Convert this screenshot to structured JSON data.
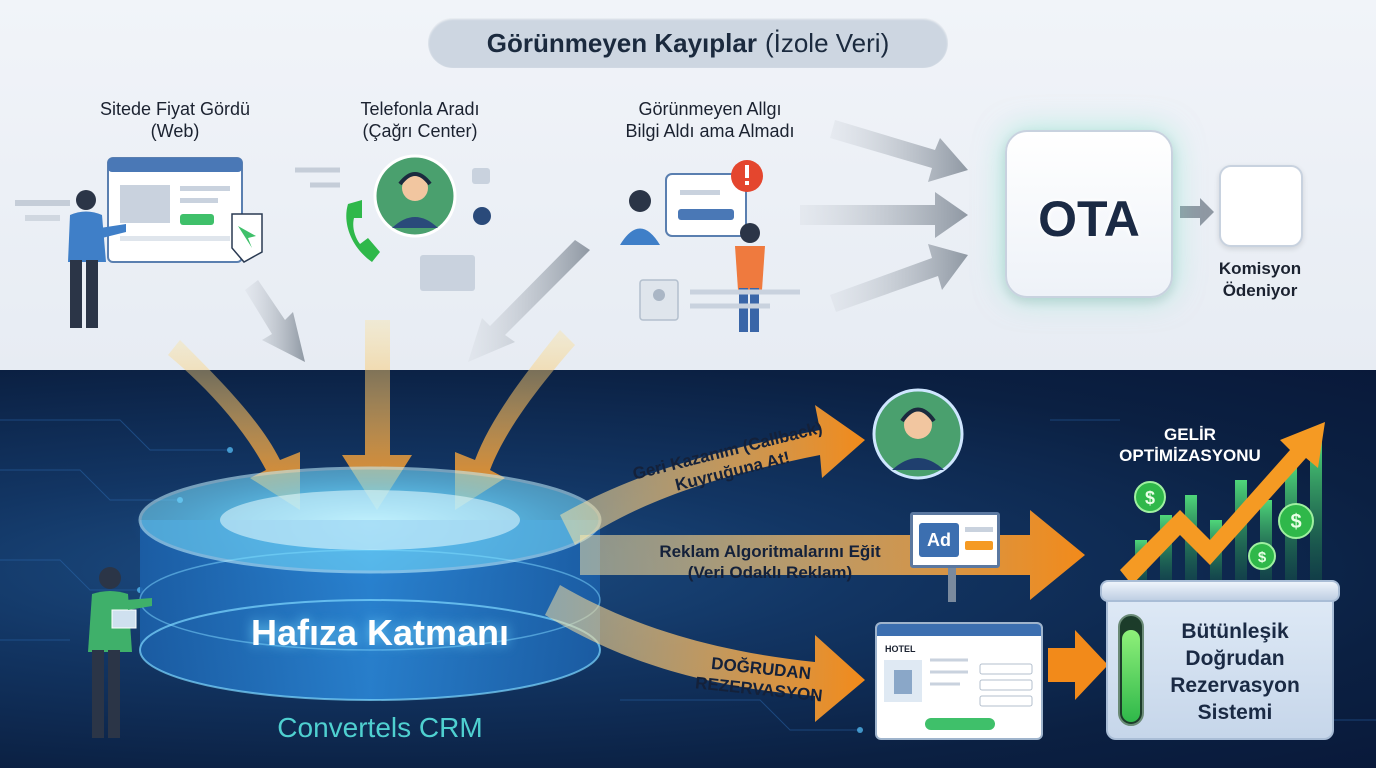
{
  "header": {
    "title_bold": "Görünmeyen Kayıplar",
    "title_light": "(İzole Veri)"
  },
  "sources": [
    {
      "line1": "Sitede Fiyat Gördü",
      "line2": "(Web)"
    },
    {
      "line1": "Telefonla Aradı",
      "line2": "(Çağrı Center)"
    },
    {
      "line1": "Görünmeyen Allgı",
      "line2": "Bilgi Aldı ama Almadı"
    }
  ],
  "ota": {
    "label": "OTA",
    "commission_line1": "Komisyon",
    "commission_line2": "Ödeniyor"
  },
  "crm": {
    "layer": "Hafıza Katmanı",
    "product": "Convertels CRM"
  },
  "flows": {
    "callback_line1": "Geri Kazanım (Callback)",
    "callback_line2": "Kuyruğuna At!",
    "ads_line1": "Reklam Algoritmalarını Eğit",
    "ads_line2": "(Veri Odaklı Reklam)",
    "direct_line1": "DOĞRUDAN",
    "direct_line2": "REZERVASYON"
  },
  "ad_board": {
    "label": "Ad"
  },
  "hotel_card": {
    "label": "HOTEL"
  },
  "revenue": {
    "line1": "GELİR",
    "line2": "OPTİMİZASYONU"
  },
  "system": {
    "line1": "Bütünleşik",
    "line2": "Doğrudan",
    "line3": "Rezervasyon",
    "line4": "Sistemi",
    "gauge_level": 0.85
  },
  "colors": {
    "orange": "#f59a23",
    "orange_light": "#ffd27a",
    "gray_arrow": "#9aa3ad",
    "navy": "#0f2444",
    "green": "#2fb84a",
    "teal": "#4fd0d0"
  },
  "icons": [
    "person-icon",
    "browser-window-icon",
    "phone-icon",
    "headset-agent-icon",
    "alert-icon",
    "globe-icon",
    "money-icon",
    "database-cylinder-icon",
    "billboard-icon",
    "dollar-coin-icon",
    "growth-arrow-icon"
  ]
}
